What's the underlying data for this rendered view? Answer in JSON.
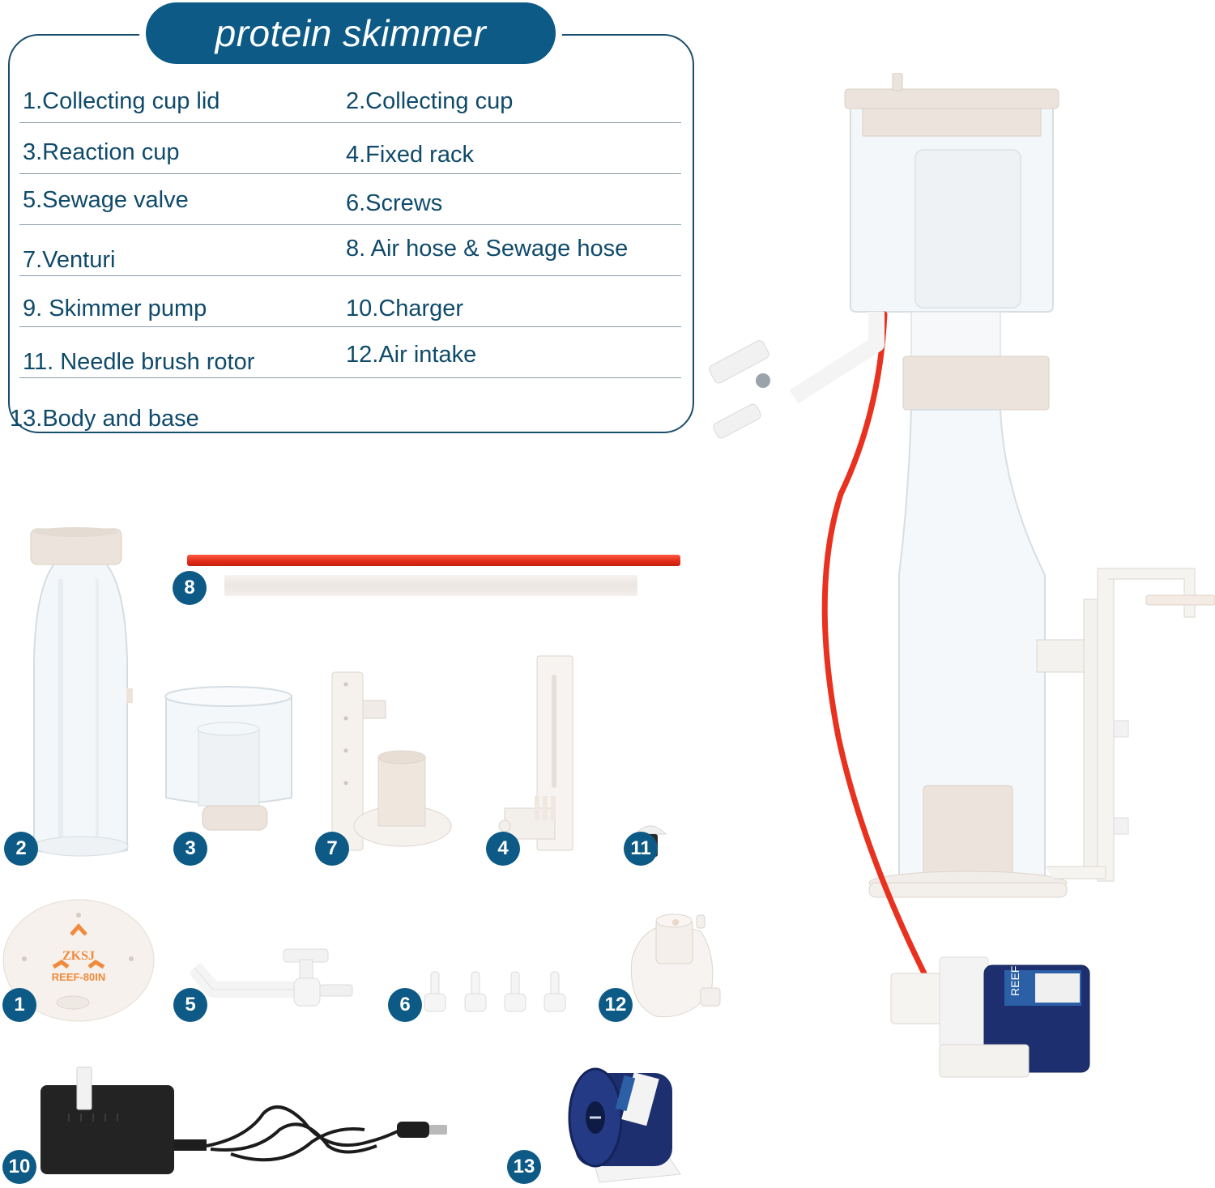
{
  "title": "protein skimmer",
  "parts_list": [
    [
      "1.Collecting cup lid",
      "2.Collecting cup"
    ],
    [
      "3.Reaction cup",
      "4.Fixed rack"
    ],
    [
      "5.Sewage valve",
      "6.Screws"
    ],
    [
      "7.Venturi",
      "8. Air hose & Sewage hose"
    ],
    [
      "9. Skimmer pump",
      "10.Charger"
    ],
    [
      "11. Needle brush rotor",
      "12.Air intake"
    ],
    [
      "13.Body and base",
      ""
    ]
  ],
  "badges": {
    "b1": "1",
    "b2": "2",
    "b3": "3",
    "b4": "4",
    "b5": "5",
    "b6": "6",
    "b7": "7",
    "b8": "8",
    "b10": "10",
    "b11": "11",
    "b12": "12",
    "b13": "13"
  },
  "labels": {
    "lid_brand": "ZKSJ",
    "lid_model": "REEF-80IN",
    "pump_label": "REEF"
  },
  "colors": {
    "accent": "#0c5a85",
    "text": "#0f4a6b",
    "hose_red": "#e8321f",
    "pump_blue": "#1d2f6e",
    "lid_orange": "#f08a3c"
  }
}
